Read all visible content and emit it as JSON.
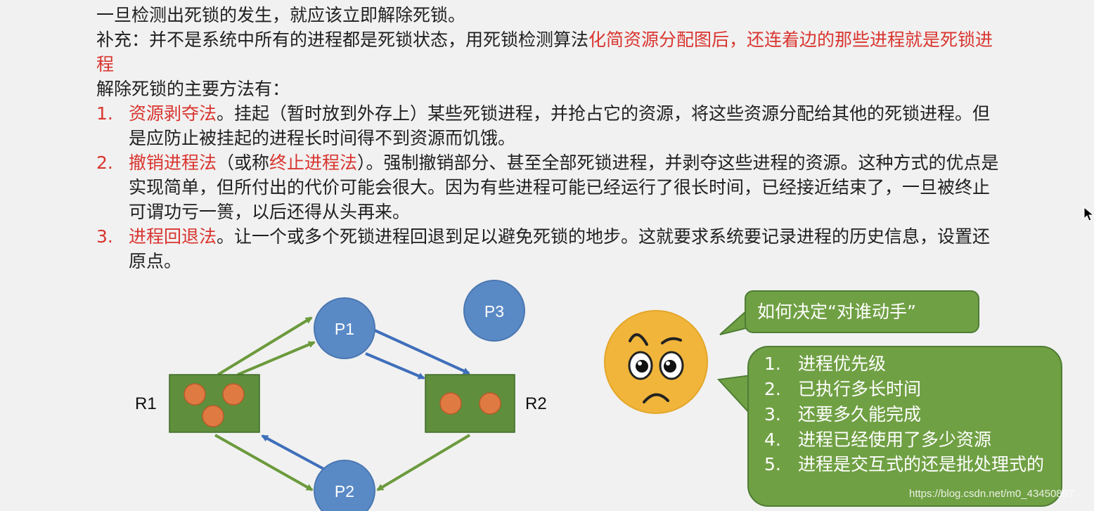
{
  "text": {
    "line1": "一旦检测出死锁的发生，就应该立即解除死锁。",
    "supplement_prefix": "补充：并不是系统中所有的进程都是死锁状态，用死锁检测算法",
    "supplement_red": "化简资源分配图后，还连着边的那些进程就是死锁进程",
    "methods_title": "解除死锁的主要方法有：",
    "methods": [
      {
        "num": "1.",
        "name": "资源剥夺法",
        "body": "。挂起（暂时放到外存上）某些死锁进程，并抢占它的资源，将这些资源分配给其他的死锁进程。但是应防止被挂起的进程长时间得不到资源而饥饿。"
      },
      {
        "num": "2.",
        "name": "撤销进程法",
        "mid1": "（或称",
        "alt_name": "终止进程法",
        "body": "）。强制撤销部分、甚至全部死锁进程，并剥夺这些进程的资源。这种方式的优点是实现简单，但所付出的代价可能会很大。因为有些进程可能已经运行了很长时间，已经接近结束了，一旦被终止可谓功亏一篑，以后还得从头再来。"
      },
      {
        "num": "3.",
        "name": "进程回退法",
        "body": "。让一个或多个死锁进程回退到足以避免死锁的地步。这就要求系统要记录进程的历史信息，设置还原点。"
      }
    ]
  },
  "diagram": {
    "processes": [
      "P1",
      "P2",
      "P3"
    ],
    "resources": [
      "R1",
      "R2"
    ],
    "colors": {
      "node": "#5a8ac6",
      "node_stroke": "#4a77b0",
      "resource": "#5f8f3c",
      "resource_stroke": "#3e6a26",
      "instance": "#e07a43",
      "request_edge": "#3f6fba",
      "assign_edge": "#6b9a3c"
    }
  },
  "bubbles": {
    "question": "如何决定“对谁动手”",
    "criteria": [
      {
        "num": "1.",
        "text": "进程优先级"
      },
      {
        "num": "2.",
        "text": "已执行多长时间"
      },
      {
        "num": "3.",
        "text": "还要多久能完成"
      },
      {
        "num": "4.",
        "text": "进程已经使用了多少资源"
      },
      {
        "num": "5.",
        "text": "进程是交互式的还是批处理式的"
      }
    ]
  },
  "watermark": "https://blog.csdn.net/m0_43450897"
}
